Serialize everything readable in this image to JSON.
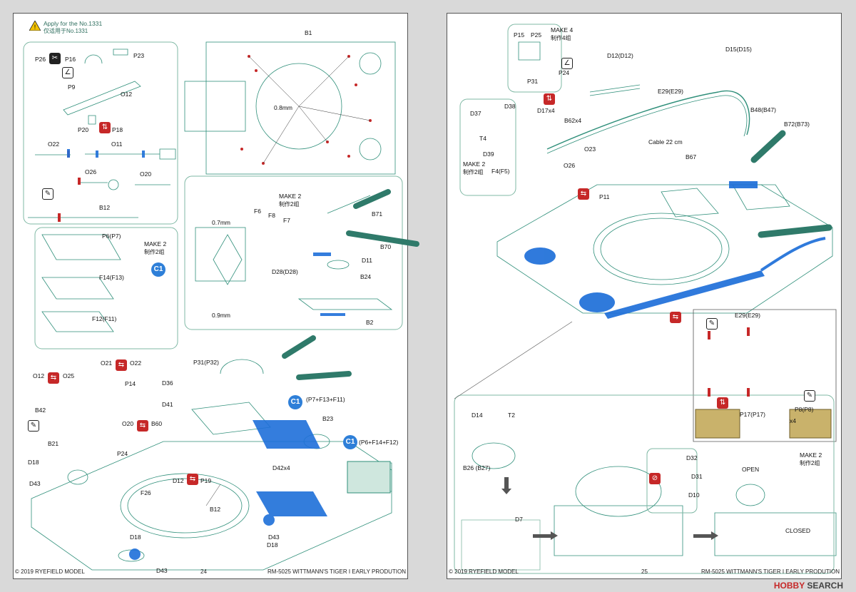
{
  "left": {
    "apply_en": "Apply for the No.1331",
    "apply_cn": "仅适用于No.1331",
    "footer_left": "© 2019 RYEFIELD MODEL",
    "page_number": "24",
    "footer_right": "RM-5025 WITTMANN'S TIGER I EARLY PRODUTION",
    "make2": "MAKE 2",
    "make2_cn": "制作2组",
    "c1": "C1",
    "labels": {
      "p26": "P26",
      "p16": "P16",
      "p23": "P23",
      "p9": "P9",
      "o12": "O12",
      "p20": "P20",
      "p18": "P18",
      "o22": "O22",
      "o11": "O11",
      "o26": "O26",
      "o20": "O20",
      "b12": "B12",
      "p6": "P6(P7)",
      "f14": "F14(F13)",
      "f12": "F12(F11)",
      "b1": "B1",
      "mm08": "0.8mm",
      "mm07": "0.7mm",
      "mm09": "0.9mm",
      "f6": "F6",
      "f8": "F8",
      "f7": "F7",
      "b71": "B71",
      "b70": "B70",
      "d11": "D11",
      "d28": "D28(D28)",
      "b24": "B24",
      "b2": "B2",
      "o21": "O21",
      "o22b": "O22",
      "o12b": "O12",
      "o25": "O25",
      "p14": "P14",
      "d36": "D36",
      "p31": "P31(P32)",
      "c1a": "(P7+F13+F11)",
      "c1b": "(P6+F14+F12)",
      "d41": "D41",
      "b42": "B42",
      "o20b": "O20",
      "b60": "B60",
      "b23": "B23",
      "p24": "P24",
      "b21": "B21",
      "d18a": "D18",
      "d43a": "D43",
      "d12": "D12",
      "p19": "P19",
      "d42": "D42x4",
      "f26": "F26",
      "b12b": "B12",
      "d43b": "D43",
      "d18b": "D18",
      "d18c": "D18",
      "d43c": "D43"
    }
  },
  "right": {
    "footer_left": "© 2019 RYEFIELD MODEL",
    "page_number": "25",
    "footer_right": "RM-5025 WITTMANN'S TIGER I EARLY PRODUTION",
    "labels": {
      "p15": "P15",
      "p25": "P25",
      "make4": "MAKE 4",
      "make4_cn": "制作4组",
      "p31": "P31",
      "p24": "P24",
      "d12": "D12(D12)",
      "d15": "D15(D15)",
      "e29": "E29(E29)",
      "d17": "D17x4",
      "b62": "B62x4",
      "d37": "D37",
      "d38": "D38",
      "t4": "T4",
      "d39": "D39",
      "make2": "MAKE 2",
      "make2_cn": "制作2组",
      "f4": "F4(F5)",
      "cable": "Cable  22 cm",
      "b48": "B48(B47)",
      "b72": "B72(B73)",
      "b67": "B67",
      "o23": "O23",
      "o26": "O26",
      "p11": "P11",
      "e29b": "E29(E29)",
      "p17": "P17(P17)",
      "p8": "P8(P8)",
      "x4": "x4",
      "d14": "D14",
      "t2": "T2",
      "b26": "B26 (B27)",
      "d7": "D7",
      "d32": "D32",
      "d31": "D31",
      "d10": "D10",
      "make2b": "MAKE 2",
      "make2b_cn": "制作2组",
      "open": "OPEN",
      "closed": "CLOSED"
    }
  },
  "watermark": {
    "hobby": "HOBBY",
    "search": "SEARCH"
  },
  "colors": {
    "line": "#2f8f7a",
    "blue": "#1e6fd9",
    "red": "#c62828",
    "accent": "#3b7d6a"
  }
}
